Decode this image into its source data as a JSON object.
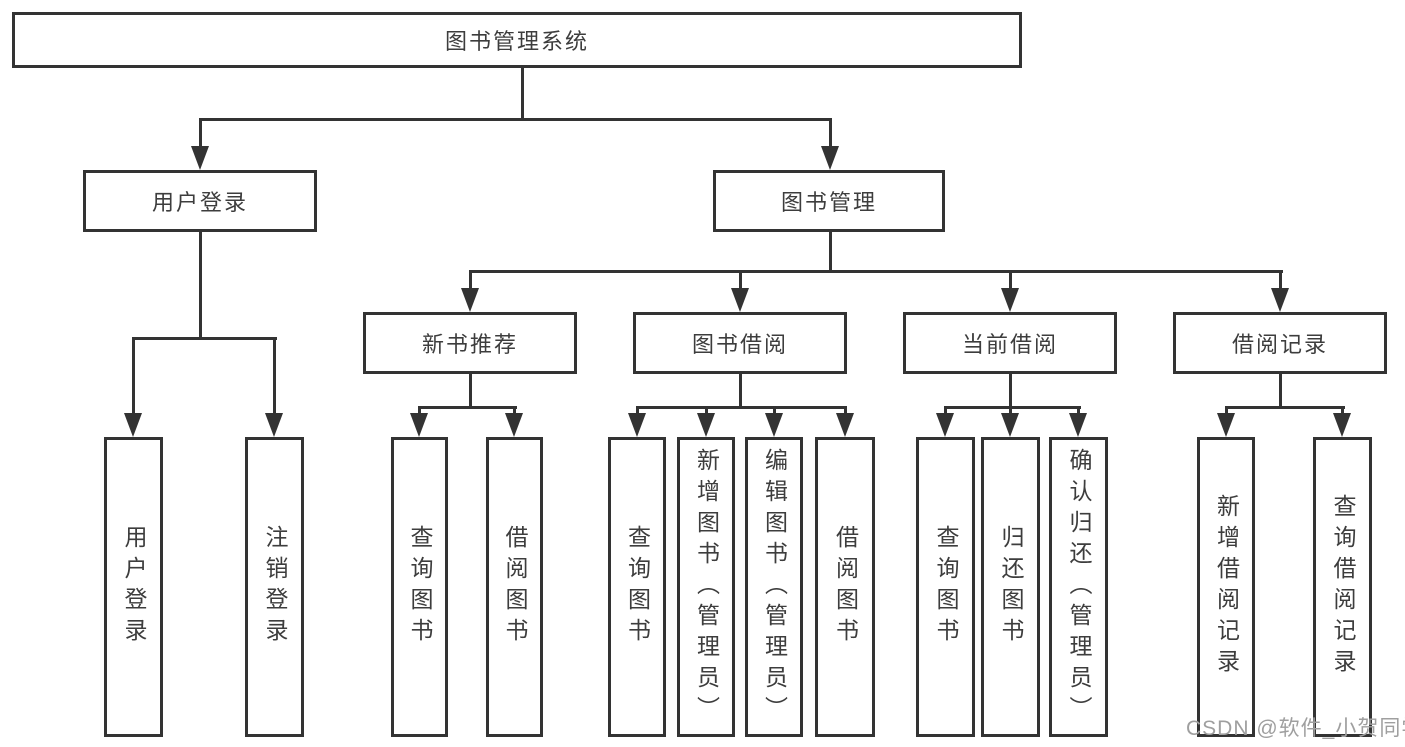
{
  "diagram": {
    "title": "图书管理系统",
    "root": {
      "label": "图书管理系统"
    },
    "level2": [
      {
        "label": "用户登录"
      },
      {
        "label": "图书管理"
      }
    ],
    "level3": [
      {
        "label": "新书推荐"
      },
      {
        "label": "图书借阅"
      },
      {
        "label": "当前借阅"
      },
      {
        "label": "借阅记录"
      }
    ],
    "leaves": {
      "user_login": [
        {
          "label": "用户登录"
        },
        {
          "label": "注销登录"
        }
      ],
      "new_book": [
        {
          "label": "查询图书"
        },
        {
          "label": "借阅图书"
        }
      ],
      "book_borrow": [
        {
          "label": "查询图书"
        },
        {
          "label": "新增图书（管理员）"
        },
        {
          "label": "编辑图书（管理员）"
        },
        {
          "label": "借阅图书"
        }
      ],
      "current_borrow": [
        {
          "label": "查询图书"
        },
        {
          "label": "归还图书"
        },
        {
          "label": "确认归还（管理员）"
        }
      ],
      "borrow_record": [
        {
          "label": "新增借阅记录"
        },
        {
          "label": "查询借阅记录"
        }
      ]
    }
  },
  "colors": {
    "line": "#333333",
    "text": "#3d3d3d",
    "background": "#ffffff",
    "watermark": "#9f9f9f"
  },
  "watermark": {
    "text": "CSDN @软件_小贺同学"
  }
}
